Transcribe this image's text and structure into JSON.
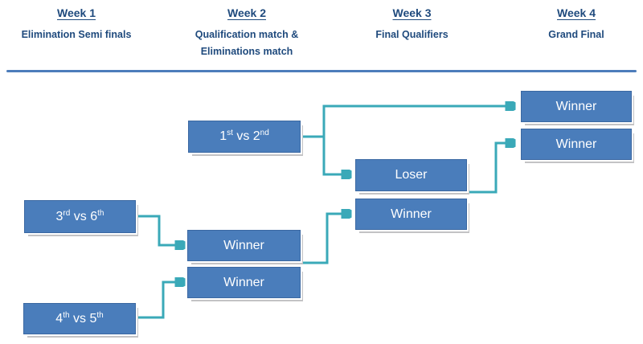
{
  "header": {
    "columns": [
      {
        "week": "Week 1",
        "subtitle": "Elimination Semi finals"
      },
      {
        "week": "Week 2",
        "subtitle": "Qualification match & Eliminations match"
      },
      {
        "week": "Week 3",
        "subtitle": "Final Qualifiers"
      },
      {
        "week": "Week 4",
        "subtitle": "Grand Final"
      }
    ]
  },
  "boxes": [
    {
      "id": "week2-qualification-match",
      "label": "1st vs 2nd",
      "pre": "1",
      "sup1": "st",
      "mid": " vs 2",
      "sup2": "nd"
    },
    {
      "id": "week1-elimination-semi-1",
      "label": "3rd vs 6th",
      "pre": "3",
      "sup1": "rd",
      "mid": " vs 6",
      "sup2": "th"
    },
    {
      "id": "week1-elimination-semi-2",
      "label": "4th vs 5th",
      "pre": "4",
      "sup1": "th",
      "mid": " vs 5",
      "sup2": "th"
    },
    {
      "id": "week2-eliminations-winner-1",
      "label": "Winner",
      "pre": "Winner",
      "sup1": "",
      "mid": "",
      "sup2": ""
    },
    {
      "id": "week2-eliminations-winner-2",
      "label": "Winner",
      "pre": "Winner",
      "sup1": "",
      "mid": "",
      "sup2": ""
    },
    {
      "id": "week3-final-qualifier-loser",
      "label": "Loser",
      "pre": "Loser",
      "sup1": "",
      "mid": "",
      "sup2": ""
    },
    {
      "id": "week3-final-qualifier-winner",
      "label": "Winner",
      "pre": "Winner",
      "sup1": "",
      "mid": "",
      "sup2": ""
    },
    {
      "id": "week4-grand-final-slot-1",
      "label": "Winner",
      "pre": "Winner",
      "sup1": "",
      "mid": "",
      "sup2": ""
    },
    {
      "id": "week4-grand-final-slot-2",
      "label": "Winner",
      "pre": "Winner",
      "sup1": "",
      "mid": "",
      "sup2": ""
    }
  ],
  "colors": {
    "box_fill": "#4a7dbb",
    "box_border": "#3b68a2",
    "box_text": "#ffffff",
    "box_shadow": "#c3c3c5",
    "connector": "#3aa9b8",
    "header_text": "#1f4a7d",
    "divider": "#4d7dbb"
  }
}
